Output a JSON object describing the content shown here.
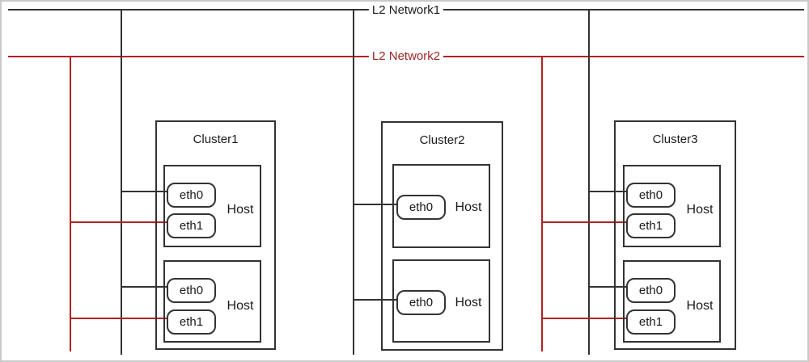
{
  "diagram": {
    "networks": [
      {
        "label": "L2 Network1",
        "color": "#333333"
      },
      {
        "label": "L2 Network2",
        "color": "#b22222"
      }
    ],
    "clusters": [
      {
        "label": "Cluster1",
        "hosts": [
          {
            "label": "Host",
            "interfaces": [
              {
                "name": "eth0",
                "connected_to": "L2 Network1"
              },
              {
                "name": "eth1",
                "connected_to": "L2 Network2"
              }
            ]
          },
          {
            "label": "Host",
            "interfaces": [
              {
                "name": "eth0",
                "connected_to": "L2 Network1"
              },
              {
                "name": "eth1",
                "connected_to": "L2 Network2"
              }
            ]
          }
        ]
      },
      {
        "label": "Cluster2",
        "hosts": [
          {
            "label": "Host",
            "interfaces": [
              {
                "name": "eth0",
                "connected_to": "L2 Network1"
              }
            ]
          },
          {
            "label": "Host",
            "interfaces": [
              {
                "name": "eth0",
                "connected_to": "L2 Network1"
              }
            ]
          }
        ]
      },
      {
        "label": "Cluster3",
        "hosts": [
          {
            "label": "Host",
            "interfaces": [
              {
                "name": "eth0",
                "connected_to": "L2 Network1"
              },
              {
                "name": "eth1",
                "connected_to": "L2 Network2"
              }
            ]
          },
          {
            "label": "Host",
            "interfaces": [
              {
                "name": "eth0",
                "connected_to": "L2 Network1"
              },
              {
                "name": "eth1",
                "connected_to": "L2 Network2"
              }
            ]
          }
        ]
      }
    ],
    "colors": {
      "network1_line": "#333333",
      "network2_line": "#b22222",
      "network2_text": "#9e2424",
      "box_border": "#333333",
      "page_border": "#c9c9c9",
      "background": "#ffffff"
    }
  }
}
